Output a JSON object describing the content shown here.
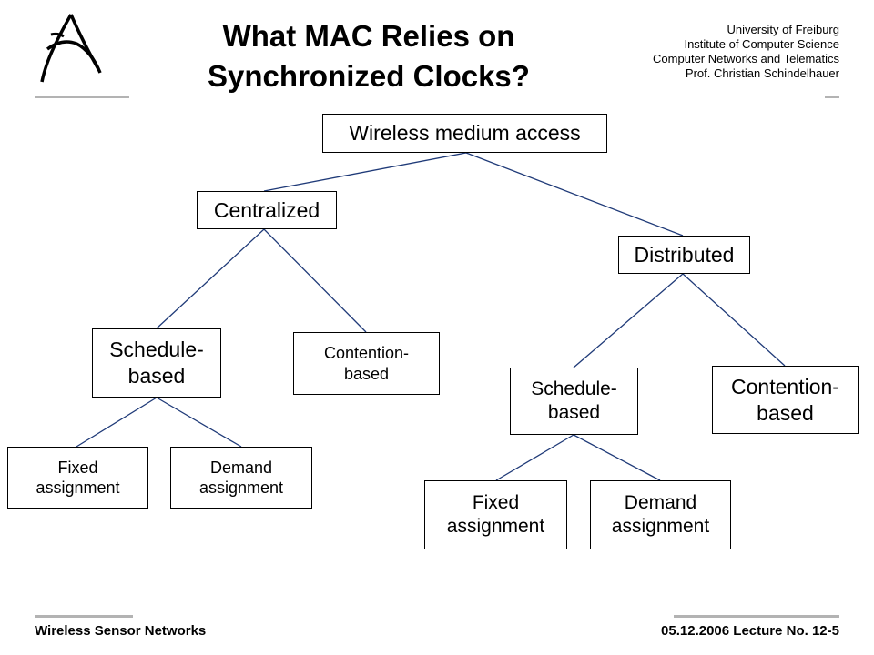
{
  "header": {
    "title": "What MAC Relies on\nSynchronized Clocks?",
    "institution": "University of Freiburg\nInstitute of Computer Science\nComputer Networks and Telematics\nProf. Christian Schindelhauer"
  },
  "diagram": {
    "root": "Wireless medium access",
    "centralized": "Centralized",
    "distributed": "Distributed",
    "central_schedule": "Schedule-\nbased",
    "central_contention": "Contention-\nbased",
    "central_fixed": "Fixed\nassignment",
    "central_demand": "Demand\nassignment",
    "dist_schedule": "Schedule-\nbased",
    "dist_contention": "Contention-\nbased",
    "dist_fixed": "Fixed\nassignment",
    "dist_demand": "Demand\nassignment",
    "edge_color": "#1f3a78"
  },
  "footer": {
    "left": "Wireless Sensor Networks",
    "right": "05.12.2006  Lecture No. 12-5"
  },
  "colors": {
    "rule": "#b3b3b3",
    "border": "#000000"
  }
}
